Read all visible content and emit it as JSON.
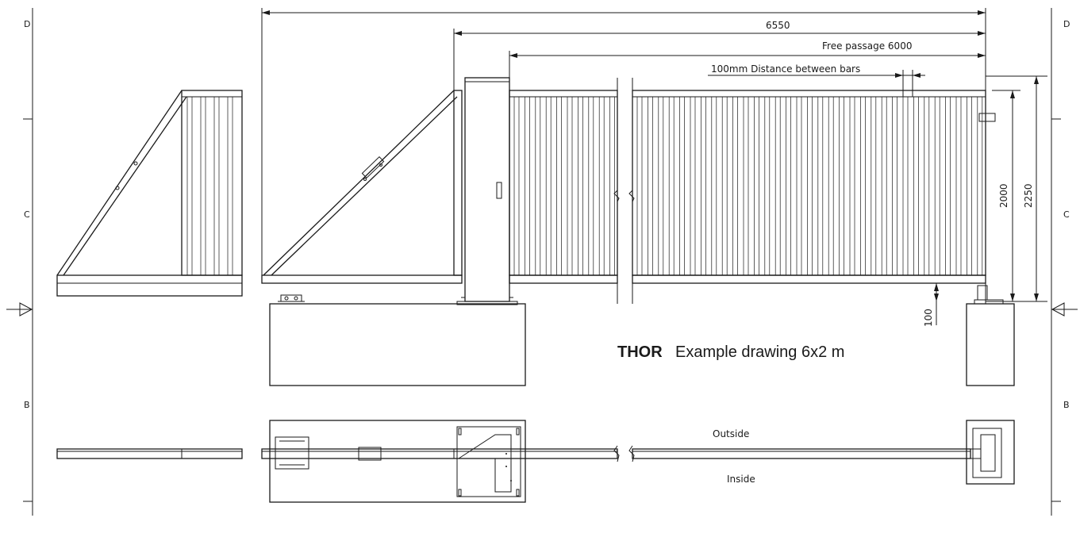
{
  "colors": {
    "ink": "#1a1a1a",
    "paper": "#ffffff"
  },
  "zones": {
    "left": [
      "D",
      "C",
      "B"
    ],
    "right": [
      "D",
      "C",
      "B"
    ]
  },
  "dimensions": {
    "overall_length": "6550",
    "free_passage": "Free passage 6000",
    "bar_spacing": "100mm Distance between bars",
    "gate_height": "2000",
    "total_height": "2250",
    "ground_clearance": "100"
  },
  "title": {
    "brand": "THOR",
    "subtitle": "Example drawing 6x2 m"
  },
  "plan_labels": {
    "outside": "Outside",
    "inside": "Inside"
  }
}
